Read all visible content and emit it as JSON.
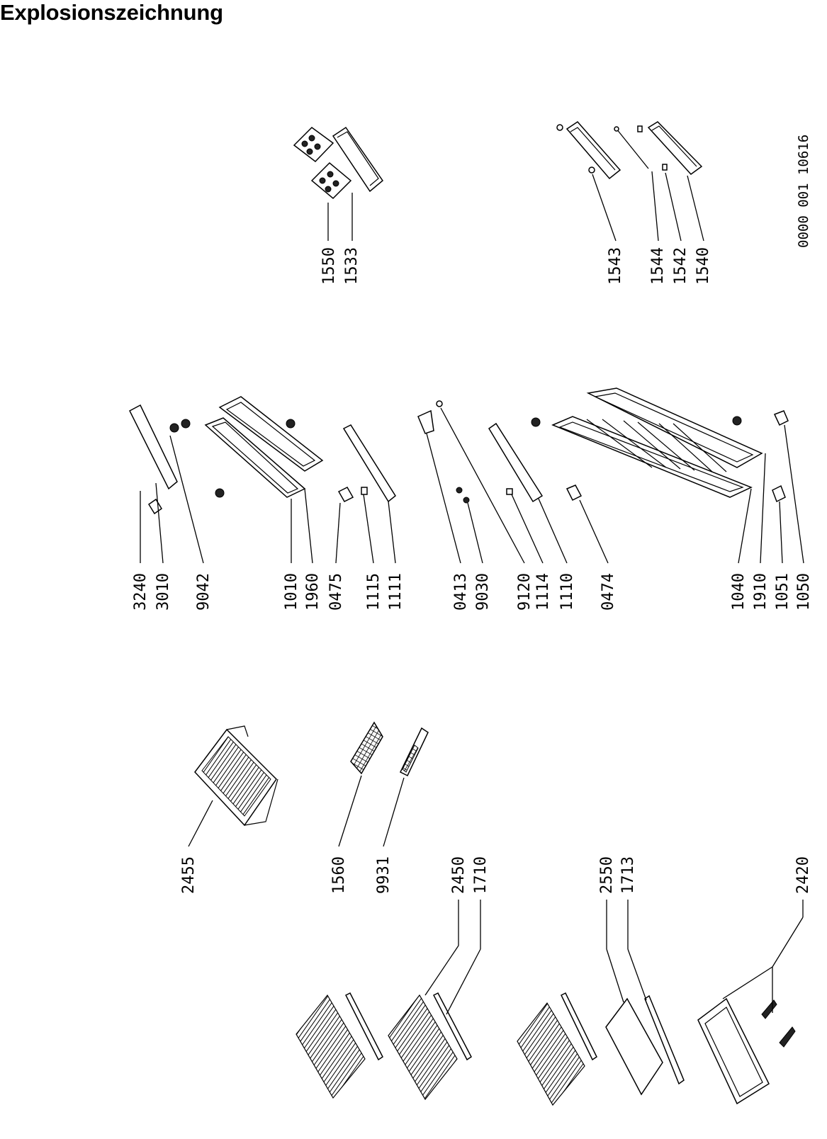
{
  "title": "Explosionszeichnung",
  "drawing_code": "0000 001 10616",
  "labels": {
    "p1550": "1550",
    "p1533": "1533",
    "p1543": "1543",
    "p1544": "1544",
    "p1542": "1542",
    "p1540": "1540",
    "p3240": "3240",
    "p3010": "3010",
    "p9042": "9042",
    "p1010": "1010",
    "p1960": "1960",
    "p0475": "0475",
    "p1115": "1115",
    "p1111": "1111",
    "p0413": "0413",
    "p9030": "9030",
    "p9120": "9120",
    "p1114": "1114",
    "p1110": "1110",
    "p0474": "0474",
    "p1040": "1040",
    "p1910": "1910",
    "p1051": "1051",
    "p1050": "1050",
    "p2455": "2455",
    "p1560": "1560",
    "p9931": "9931",
    "p2450": "2450",
    "p1710": "1710",
    "p2550": "2550",
    "p1713": "1713",
    "p2420": "2420"
  }
}
